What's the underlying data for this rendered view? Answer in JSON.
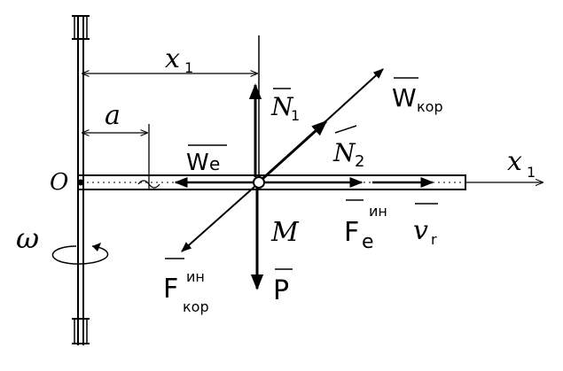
{
  "labels": {
    "x1_top": "x",
    "x1_top_sub": "1",
    "a": "a",
    "origin": "O",
    "N1": "N",
    "N1_sub": "1",
    "We": "W",
    "We_sub": "e",
    "N2": "N",
    "N2_sub": "2",
    "Wkor": "W",
    "Wkor_sub": "кор",
    "x1_axis": "x",
    "x1_axis_sub": "1",
    "M": "M",
    "Fe": "F",
    "Fe_sub": "e",
    "Fe_sup": "ин",
    "vr": "v",
    "vr_sub": "r",
    "omega": "ω",
    "Fkor": "F",
    "Fkor_sub": "кор",
    "Fkor_sup": "ин",
    "P": "P"
  }
}
